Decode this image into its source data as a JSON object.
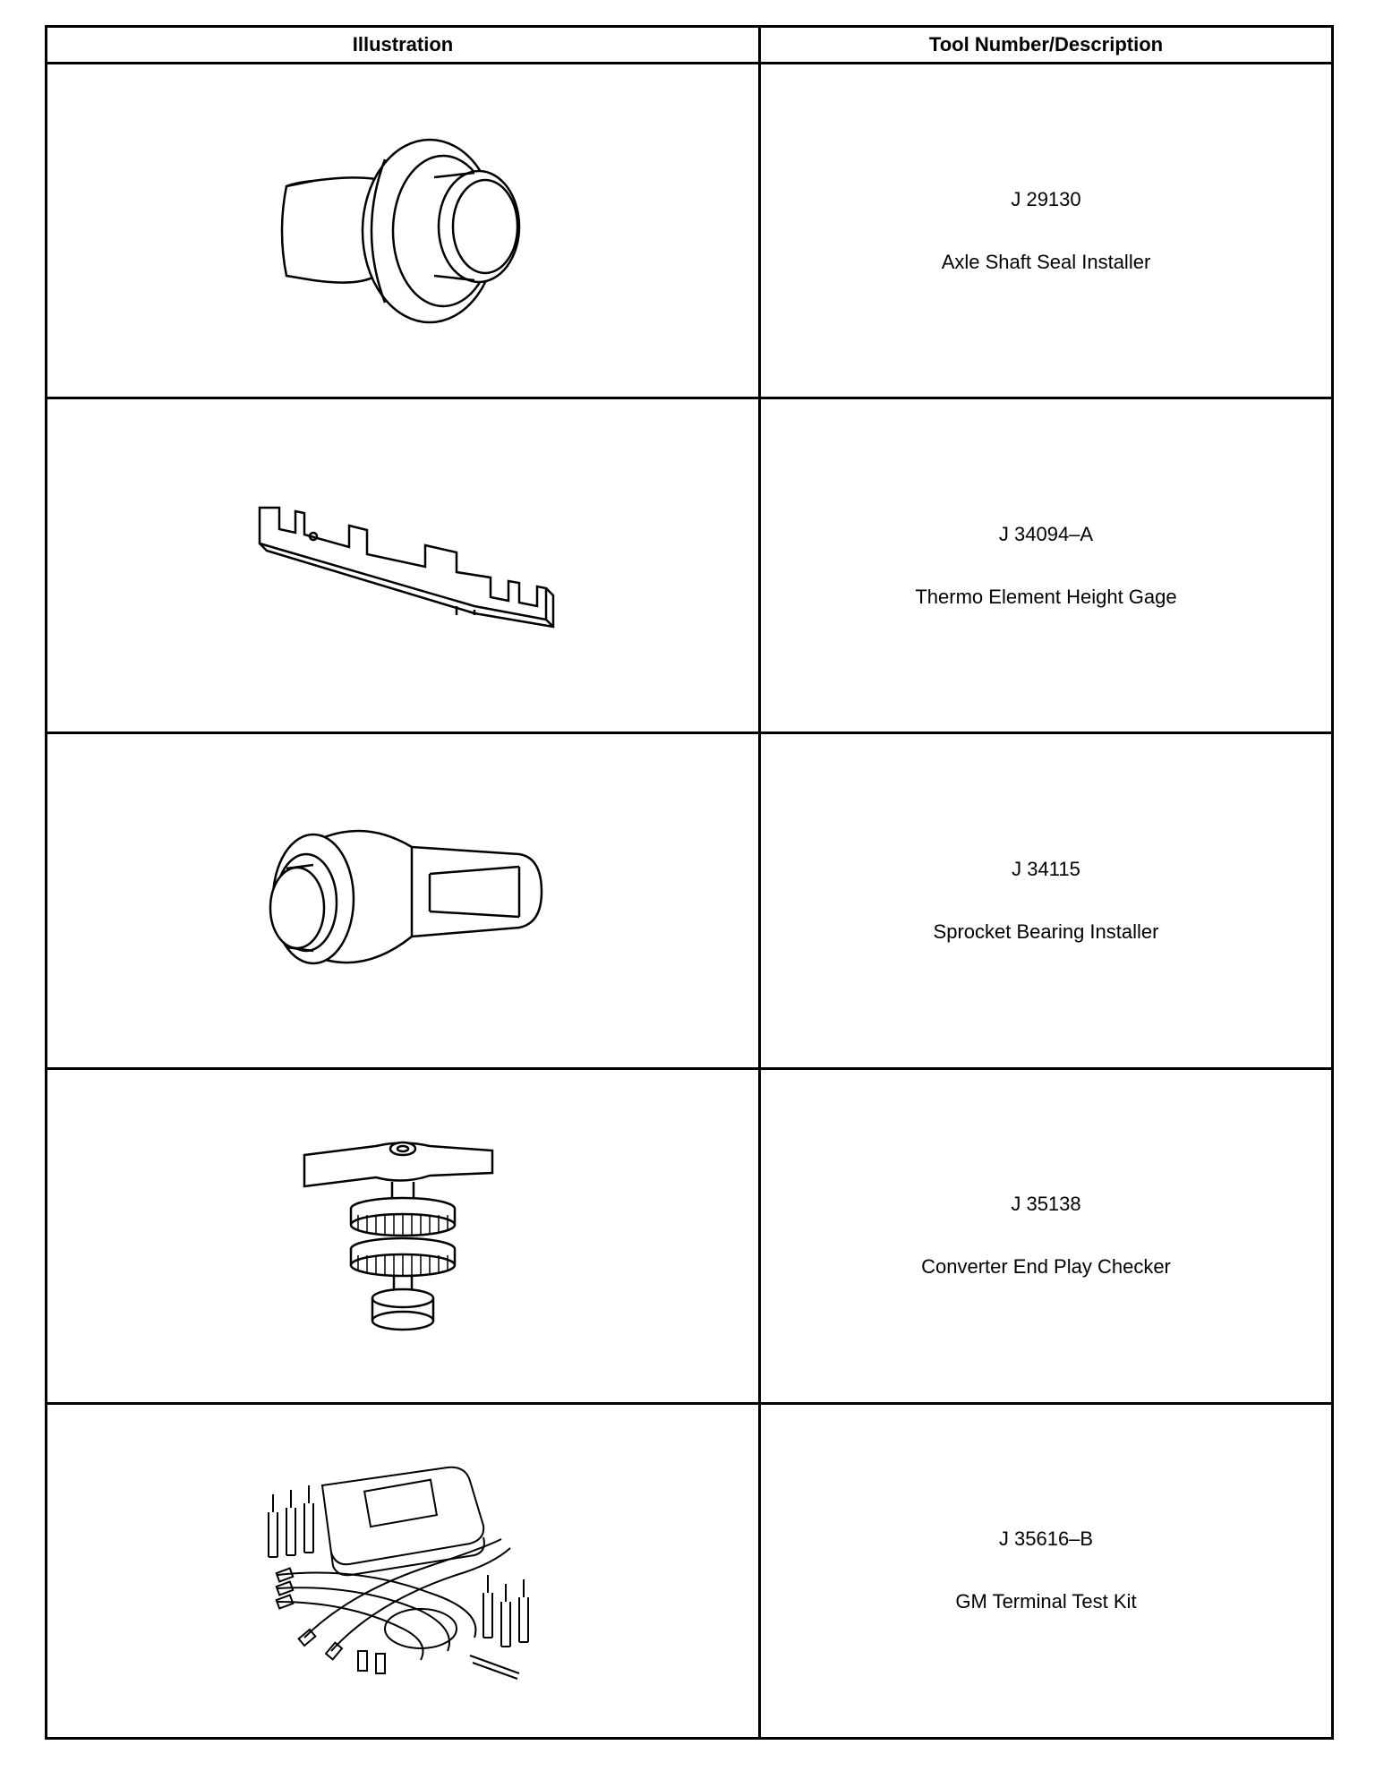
{
  "table": {
    "headers": {
      "illustration": "Illustration",
      "tool": "Tool Number/Description"
    },
    "rows": [
      {
        "tool_number": "J 29130",
        "description": "Axle Shaft Seal Installer",
        "illustration_icon": "axle-shaft-seal-installer-icon"
      },
      {
        "tool_number": "J 34094–A",
        "description": "Thermo Element Height Gage",
        "illustration_icon": "thermo-element-height-gage-icon"
      },
      {
        "tool_number": "J 34115",
        "description": "Sprocket Bearing Installer",
        "illustration_icon": "sprocket-bearing-installer-icon"
      },
      {
        "tool_number": "J 35138",
        "description": "Converter End Play Checker",
        "illustration_icon": "converter-end-play-checker-icon"
      },
      {
        "tool_number": "J 35616–B",
        "description": "GM Terminal Test Kit",
        "illustration_icon": "gm-terminal-test-kit-icon"
      }
    ]
  }
}
